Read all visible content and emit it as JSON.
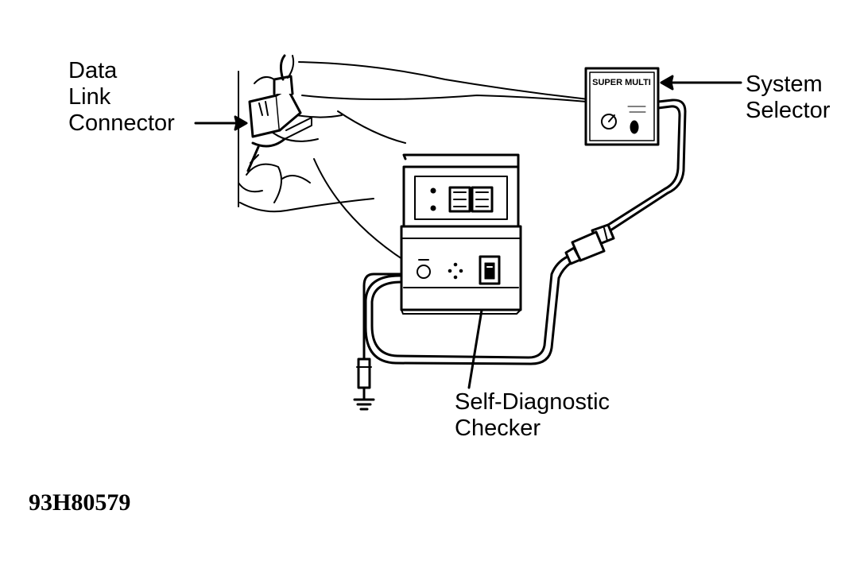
{
  "labels": {
    "data_link_connector": [
      "Data",
      "Link",
      "Connector"
    ],
    "system_selector": [
      "System",
      "Selector"
    ],
    "self_diagnostic_checker": [
      "Self-Diagnostic",
      "Checker"
    ]
  },
  "selector_panel_text": "SUPER MULTI",
  "figure_id": "93H80579",
  "colors": {
    "ink": "#000000",
    "paper": "#ffffff"
  }
}
